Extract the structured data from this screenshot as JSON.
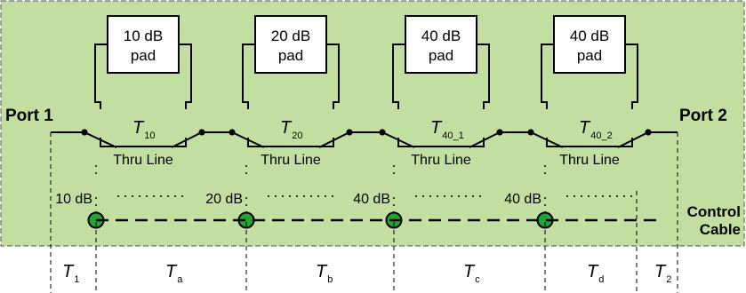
{
  "ports": {
    "left": "Port 1",
    "right": "Port 2"
  },
  "pads": [
    {
      "line1": "10 dB",
      "line2": "pad",
      "t_main": "T",
      "t_sub": "10",
      "control": "10 dB"
    },
    {
      "line1": "20 dB",
      "line2": "pad",
      "t_main": "T",
      "t_sub": "20",
      "control": "20 dB"
    },
    {
      "line1": "40 dB",
      "line2": "pad",
      "t_main": "T",
      "t_sub": "40_1",
      "control": "40 dB"
    },
    {
      "line1": "40 dB",
      "line2": "pad",
      "t_main": "T",
      "t_sub": "40_2",
      "control": "40 dB"
    }
  ],
  "thru_label": "Thru Line",
  "control_cable": {
    "line1": "Control",
    "line2": "Cable"
  },
  "segments": [
    {
      "main": "T",
      "sub": "1"
    },
    {
      "main": "T",
      "sub": "a"
    },
    {
      "main": "T",
      "sub": "b"
    },
    {
      "main": "T",
      "sub": "c"
    },
    {
      "main": "T",
      "sub": "d"
    },
    {
      "main": "T",
      "sub": "2"
    }
  ],
  "colors": {
    "panel": "#c3dea1",
    "node": "#22a335",
    "pad_fill": "#ffffff"
  }
}
